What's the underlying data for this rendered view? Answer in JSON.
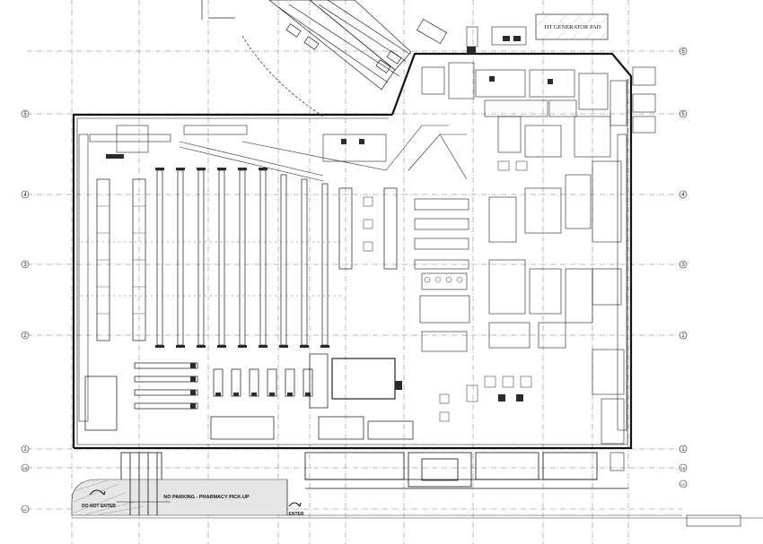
{
  "labels": {
    "generator_pad": "HT GENERATOR PAD",
    "no_parking": "NO PARKING - PHARMACY PICK-UP",
    "do_not_enter": "DO NOT ENTER",
    "enter": "ENTER"
  },
  "grid_rows": [
    {
      "label": "5"
    },
    {
      "label": "5"
    },
    {
      "label": "4"
    },
    {
      "label": "3"
    },
    {
      "label": "2"
    },
    {
      "label": "1"
    },
    {
      "label": "1B"
    },
    {
      "label": "1C"
    }
  ],
  "colors": {
    "line": "#1a1a1a",
    "fill": "#2a2a2a",
    "grid": "#6a6a6a",
    "paper": "#ffffff"
  }
}
